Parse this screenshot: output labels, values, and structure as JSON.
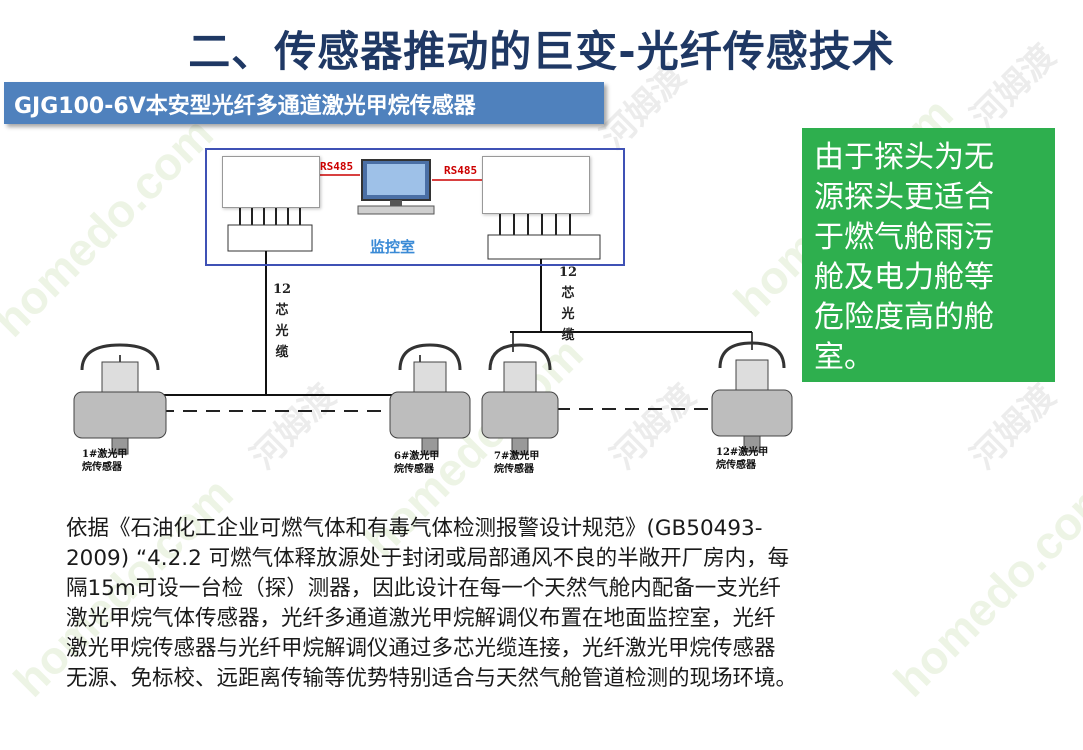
{
  "slide": {
    "title": "二、传感器推动的巨变-光纤传感技术",
    "subtitle": "GJG100-6V本安型光纤多通道激光甲烷传感器"
  },
  "diagram": {
    "rs485_left": "RS485",
    "rs485_right": "RS485",
    "control_room": "监控室",
    "cable_left": [
      "12",
      "芯",
      "光",
      "缆"
    ],
    "cable_right": [
      "12",
      "芯",
      "光",
      "缆"
    ],
    "sensors": [
      {
        "line1": "1#激光甲",
        "line2": "烷传感器"
      },
      {
        "line1": "6#激光甲",
        "line2": "烷传感器"
      },
      {
        "line1": "7#激光甲",
        "line2": "烷传感器"
      },
      {
        "line1": "12#激光甲",
        "line2": "烷传感器"
      }
    ]
  },
  "note": {
    "lines": [
      "由于探头为无",
      "源探头更适合",
      "于燃气舱雨污",
      "舱及电力舱等",
      "危险度高的舱",
      "室。"
    ]
  },
  "body": {
    "lines": [
      "依据《石油化工企业可燃气体和有毒气体检测报警设计规范》(GB50493-",
      "2009) “4.2.2 可燃气体释放源处于封闭或局部通风不良的半敞开厂房内，每",
      "隔15m可设一台检（探）测器，因此设计在每一个天然气舱内配备一支光纤",
      "激光甲烷气体传感器，光纤多通道激光甲烷解调仪布置在地面监控室，光纤",
      "激光甲烷传感器与光纤甲烷解调仪通过多芯光缆连接，光纤激光甲烷传感器",
      "无源、免标校、远距离传输等优势特别适合与天然气舱管道检测的现场环境。"
    ]
  },
  "watermark": {
    "brand": "homedo.com",
    "cn": "河姆渡"
  },
  "colors": {
    "title": "#1f3864",
    "subtitle_bg": "#4f81bd",
    "note_bg": "#2eaf4e",
    "rs485": "#cc0000",
    "room_label": "#3a8ad6",
    "box_border": "#3f51b5"
  }
}
